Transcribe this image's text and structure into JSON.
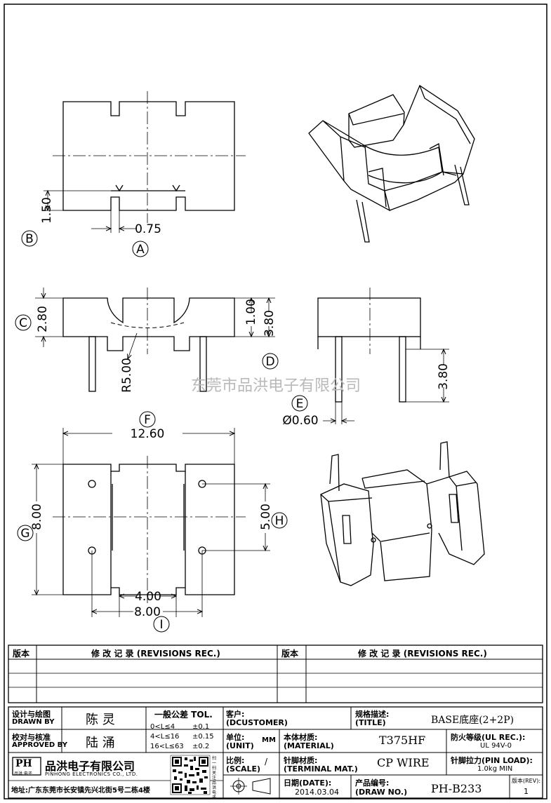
{
  "watermark": "东莞市品洪电子有限公司",
  "dimensions": {
    "top_view": {
      "height": "1.50",
      "width": "0.75",
      "label_B": "B",
      "label_A": "A"
    },
    "side_view": {
      "height_c": "2.80",
      "depth": "1.00",
      "height_d": "3.80",
      "radius": "R5.00",
      "label_C": "C",
      "label_D": "D"
    },
    "end_view": {
      "pin_length": "3.80",
      "pin_dia": "Ø0.60",
      "label_E": "E"
    },
    "plan_view": {
      "overall_width": "12.60",
      "overall_height": "8.00",
      "pin_spacing_v": "5.00",
      "inner_width": "4.00",
      "pin_spacing_h": "8.00",
      "label_F": "F",
      "label_G": "G",
      "label_H": "H",
      "label_I": "I"
    }
  },
  "revisions": {
    "col1": "版本",
    "col2": "修 改 记 录 (REVISIONS REC.)",
    "col3": "版本",
    "col4": "修 改 记 录 (REVISIONS REC.)"
  },
  "title_block": {
    "designed_cn": "设计与绘图",
    "designed_en": "DRAWN BY",
    "designer": "陈 灵",
    "approved_cn": "校对与核准",
    "approved_en": "APPROVED BY",
    "approver": "陆 涌",
    "tol_title": "一般公差 TOL.",
    "tol_rows": [
      {
        "range": "0<L≤4",
        "value": "±0.1"
      },
      {
        "range": "4<L≤16",
        "value": "±0.15"
      },
      {
        "range": "16<L≤63",
        "value": "±0.2"
      }
    ],
    "customer_cn": "客户:",
    "customer_en": "(DCUSTOMER)",
    "title_cn": "规格描述:",
    "title_en": "(TITLE)",
    "title_value": "BASE底座(2+2P)",
    "unit_cn": "单位:",
    "unit_en": "(UNIT)",
    "unit_value": "MM",
    "material_cn": "本体材质:",
    "material_en": "(MATERIAL)",
    "material_value": "T375HF",
    "ul_cn": "防火等级(UL REC.):",
    "ul_value": "UL 94V-0",
    "scale_cn": "比例:",
    "scale_en": "(SCALE)",
    "scale_value": "/",
    "terminal_cn": "针脚材质:",
    "terminal_en": "(TERMINAL MAT.)",
    "terminal_value": "CP WIRE",
    "pinload_cn": "针脚拉力(PIN LOAD):",
    "pinload_value": "1.0kg MIN",
    "company_cn": "品洪电子有限公司",
    "company_en": "PINHONG ELECTRONICS CO., LTD.",
    "logo_text": "PH",
    "logo_sub": "品洪 电子",
    "qr_caption": "扫一扫关注品洪电子",
    "address": "地址:广东东莞市长安镇先兴北街5号二栋4楼",
    "date_cn": "日期(DATE):",
    "date_value": "2014.03.04",
    "drawno_cn": "产品编号:",
    "drawno_en": "(DRAW NO.)",
    "drawno_value": "PH-B233",
    "rev_cn": "版本(REV):",
    "rev_value": "1"
  }
}
